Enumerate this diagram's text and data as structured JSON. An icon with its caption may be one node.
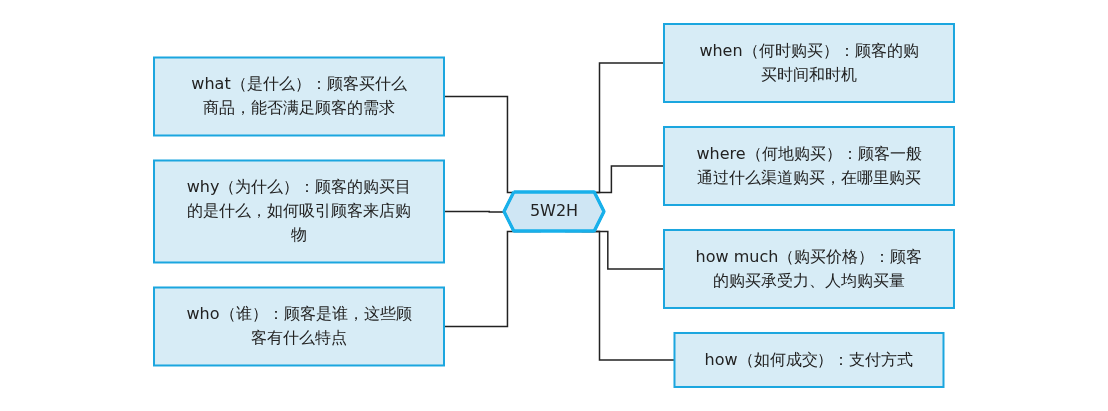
{
  "diagram": {
    "nodes": [
      {
        "text": [
          "what（是什么）：顾客买什么商品，能否满足顾客的需求"
        ]
      },
      {
        "text": [
          "when（何时购买）：顾客的购买时间和时机"
        ]
      },
      {
        "text": [
          "why（为什么）：顾客的购买目的是什么，如何吸引顾客来店购物"
        ]
      },
      {
        "text": [
          "5W2H"
        ]
      },
      {
        "text": [
          "where（何地购买）：顾客一般通过什么渠道购买，在哪里购买"
        ]
      },
      {
        "text": [
          "who（谁）：顾客是谁，这些顾客有什么特点"
        ]
      },
      {
        "text": [
          "how much（购买价格）：顾客的购买承受力、人均购买量"
        ]
      },
      {
        "text": [
          "how（如何成交）：支付方式"
        ]
      }
    ],
    "edges": [
      {
        "from": 0,
        "to": 3,
        "arrow": "none"
      },
      {
        "from": 3,
        "to": 1,
        "arrow": "none"
      },
      {
        "from": 2,
        "to": 3,
        "arrow": "none"
      },
      {
        "from": 3,
        "to": 4,
        "arrow": "none"
      },
      {
        "from": 5,
        "to": 3,
        "arrow": "none"
      },
      {
        "from": 3,
        "to": 6,
        "arrow": "none"
      },
      {
        "from": 3,
        "to": 7,
        "arrow": "none"
      }
    ]
  }
}
